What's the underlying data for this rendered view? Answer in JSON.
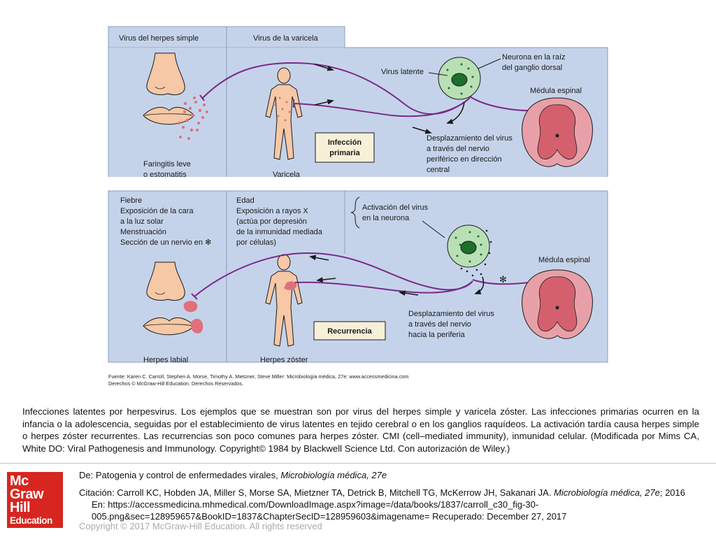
{
  "figure": {
    "top": {
      "header_left": "Virus del herpes simple",
      "header_center": "Virus de la varicela",
      "label_faringitis_1": "Faringitis leve",
      "label_faringitis_2": "o estomatitis",
      "label_varicela": "Varicela",
      "label_infeccion_1": "Infección",
      "label_infeccion_2": "primaria",
      "label_virus_latente": "Virus latente",
      "label_neurona_1": "Neurona en la raíz",
      "label_neurona_2": "del ganglio dorsal",
      "label_medula": "Médula espinal",
      "label_desplaz_1": "Desplazamiento del virus",
      "label_desplaz_2": "a través del nervio",
      "label_desplaz_3": "periférico en dirección",
      "label_desplaz_4": "central"
    },
    "bottom": {
      "left_1": "Fiebre",
      "left_2": "Exposición de la cara",
      "left_3": "a la luz solar",
      "left_4": "Menstruación",
      "left_5": "Sección de un nervio en ✻",
      "center_1": "Edad",
      "center_2": "Exposición a rayos X",
      "center_3": "(actúa por depresión",
      "center_4": "de la inmunidad mediada",
      "center_5": "por células)",
      "activacion_1": "Activación del virus",
      "activacion_2": "en la neurona",
      "label_medula": "Médula espinal",
      "asterisk": "✻",
      "label_desplaz_1": "Desplazamiento del virus",
      "label_desplaz_2": "a través del nervio",
      "label_desplaz_3": "hacia la periferia",
      "label_recurrencia": "Recurrencia",
      "label_herpes_labial": "Herpes labial",
      "label_herpes_zoster": "Herpes zóster"
    },
    "source_1": "Fuente: Karen C. Carroll, Stephen A. Morse, Timothy A. Mietzner, Steve Miller: Microbiología médica, 27e: www.accessmedicina.com",
    "source_2": "Derechos © McGraw-Hill Education. Derechos Reservados."
  },
  "caption": "Infecciones latentes por herpesvirus. Los ejemplos que se muestran son por virus del herpes simple y varicela zóster. Las infecciones primarias ocurren en la infancia o la adolescencia, seguidas por el establecimiento de virus latentes en tejido cerebral o en los ganglios raquídeos. La activación tardía causa herpes simple o herpes zóster recurrentes. Las recurrencias son poco comunes para herpes zóster. CMI (cell–mediated immunity), inmunidad celular. (Modificada por Mims CA, White DO: Viral Pathogenesis and Immunology. Copyright© 1984 by Blackwell Science Ltd. Con autorización de Wiley.)",
  "logo": {
    "line1": "Mc",
    "line2": "Graw",
    "line3": "Hill",
    "line4": "Education"
  },
  "attribution": {
    "de_prefix": "De: Patogenia y control de enfermedades virales, ",
    "de_book": "Microbiología médica, 27e",
    "cita_prefix": "Citación: Carroll KC, Hobden JA, Miller S, Morse SA, Mietzner TA, Detrick B, Mitchell TG, McKerrow JH, Sakanari JA. ",
    "cita_book": "Microbiología médica, 27e",
    "cita_suffix": "; 2016 En: https://accessmedicina.mhmedical.com/DownloadImage.aspx?image=/data/books/1837/carroll_c30_fig-30-005.png&sec=128959657&BookID=1837&ChapterSecID=128959603&imagename= Recuperado: December 27, 2017"
  },
  "copyright": "Copyright © 2017 McGraw-Hill Education. All rights reserved",
  "colors": {
    "panel_blue": "#c5d3ea",
    "panel_border": "#8c9cb8",
    "nerve_purple": "#7a2a8a",
    "skin": "#f6c8a6",
    "lesion_pink": "#e0707c",
    "neuron_green": "#b9e0b5",
    "nucleus_green": "#1e6e2c",
    "spinal_pink": "#e8a0a8",
    "brand_red": "#d6261f"
  }
}
